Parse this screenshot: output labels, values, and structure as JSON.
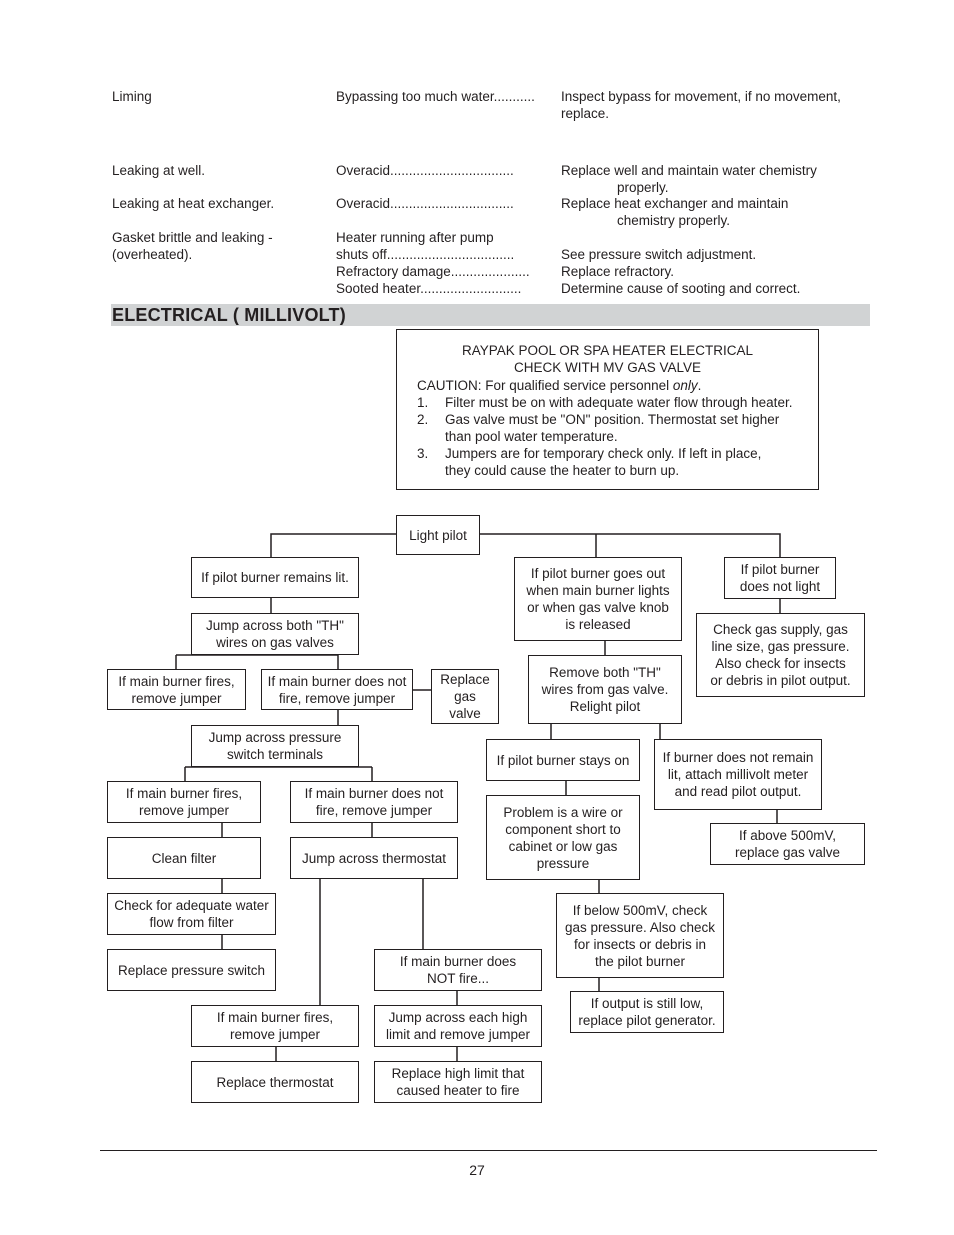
{
  "troubleshooting": {
    "row1": {
      "symptom": "Liming",
      "cause": "Bypassing too much water...........",
      "remedy1": "Inspect bypass for movement, if no movement,",
      "remedy2": "replace."
    },
    "row2": {
      "symptom": "Leaking at well.",
      "cause": "Overacid.................................",
      "remedy1": "Replace well and maintain water chemistry",
      "remedy2": "properly."
    },
    "row3": {
      "symptom": "Leaking at heat exchanger.",
      "cause": "Overacid.................................",
      "remedy1": "Replace heat exchanger and maintain",
      "remedy2": "chemistry  properly."
    },
    "row4": {
      "symptom1": "Gasket brittle and leaking -",
      "symptom2": "(overheated).",
      "cause1": "Heater running after pump",
      "cause2": "shuts off..................................",
      "cause3": "Refractory damage.....................",
      "cause4": "Sooted heater...........................",
      "remedy2": "See pressure switch adjustment.",
      "remedy3": "Replace refractory.",
      "remedy4": "Determine cause of sooting and correct."
    }
  },
  "section_title": "ELECTRICAL ( MILLIVOLT)",
  "caution_box": {
    "title1": "RAYPAK POOL OR SPA HEATER ELECTRICAL",
    "title2": "CHECK WITH MV GAS VALVE",
    "caution_prefix": "CAUTION: For qualified service personnel ",
    "caution_em": "only",
    "caution_suffix": ".",
    "items": [
      {
        "num": "1.",
        "l1": "Filter must be on with adequate water flow through heater.",
        "l2": ""
      },
      {
        "num": "2.",
        "l1": "Gas valve must be \"ON\" position. Thermostat set higher",
        "l2": "than pool water temperature."
      },
      {
        "num": "3.",
        "l1": "Jumpers are for temporary check only. If left in place,",
        "l2": "they could cause the heater to burn up."
      }
    ]
  },
  "flowchart": {
    "light_pilot": [
      "Light pilot"
    ],
    "remains_lit": [
      "If pilot burner remains lit."
    ],
    "jump_th": [
      "Jump across both \"TH\"",
      "wires on gas valves"
    ],
    "fires_1": [
      "If main burner fires,",
      "remove jumper"
    ],
    "not_fire_1": [
      "If main burner does not",
      "fire, remove jumper"
    ],
    "replace_valve": [
      "Replace",
      "gas",
      "valve"
    ],
    "jump_pressure": [
      "Jump across pressure",
      "switch terminals"
    ],
    "fires_2": [
      "If main burner fires,",
      "remove jumper"
    ],
    "not_fire_2": [
      "If main burner does not",
      "fire, remove jumper"
    ],
    "clean_filter": [
      "Clean filter"
    ],
    "jump_thermostat": [
      "Jump across thermostat"
    ],
    "check_flow": [
      "Check for adequate water",
      "flow from filter"
    ],
    "replace_pressure": [
      "Replace pressure switch"
    ],
    "not_fire_3": [
      "If main burner does",
      "NOT fire..."
    ],
    "fires_3": [
      "If main burner fires,",
      "remove jumper"
    ],
    "jump_high_limit": [
      "Jump across each high",
      "limit and remove jumper"
    ],
    "replace_thermostat": [
      "Replace thermostat"
    ],
    "replace_high_limit": [
      "Replace high limit that",
      "caused heater to fire"
    ],
    "goes_out": [
      "If pilot burner goes out",
      "when main burner lights",
      "or when gas valve knob",
      "is released"
    ],
    "remove_th": [
      "Remove both \"TH\"",
      "wires from gas valve.",
      "Relight pilot"
    ],
    "stays_on": [
      "If pilot burner stays on"
    ],
    "problem_wire": [
      "Problem is a wire or",
      "component short to",
      "cabinet or low gas",
      "pressure"
    ],
    "not_remain": [
      "If burner does not remain",
      "lit, attach millivolt meter",
      "and read pilot output."
    ],
    "above_500": [
      "If above 500mV,",
      "replace gas valve"
    ],
    "below_500": [
      "If below 500mV, check",
      "gas pressure. Also check",
      "for insects or debris in",
      "the pilot burner"
    ],
    "still_low": [
      "If output is still low,",
      "replace pilot generator."
    ],
    "does_not_light": [
      "If pilot burner",
      "does not light"
    ],
    "check_gas": [
      "Check gas supply, gas",
      "line size, gas pressure.",
      "Also check for insects",
      "or debris in pilot output."
    ]
  },
  "page_number": "27"
}
